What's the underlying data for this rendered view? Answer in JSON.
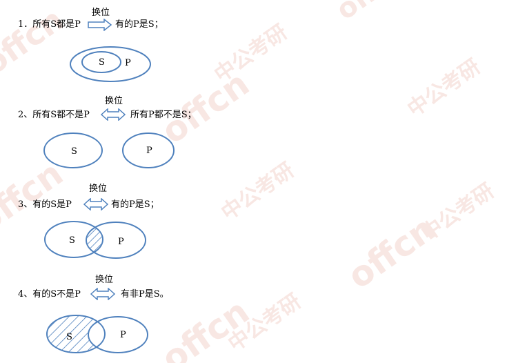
{
  "watermark": {
    "brand": "offcn",
    "text": "中公考研",
    "color": "#f2c9c0"
  },
  "arrow_color": "#4f81bd",
  "outline_color": "#4f81bd",
  "items": [
    {
      "number_text": "1．所有S都是P",
      "above_arrow": "换位",
      "arrow": "single",
      "result": "有的P是S；",
      "labels": [
        "S",
        "P"
      ]
    },
    {
      "number_text": "2、所有S都不是P",
      "above_arrow": "换位",
      "arrow": "double",
      "result": "所有P都不是S；",
      "labels": [
        "S",
        "P"
      ]
    },
    {
      "number_text": "3、有的S是P",
      "above_arrow": "换位",
      "arrow": "double",
      "result": "有的P是S；",
      "labels": [
        "S",
        "P"
      ]
    },
    {
      "number_text": "4、有的S不是P",
      "above_arrow": "换位",
      "arrow": "double",
      "result": "有非P是S。",
      "labels": [
        "S",
        "P"
      ]
    }
  ]
}
